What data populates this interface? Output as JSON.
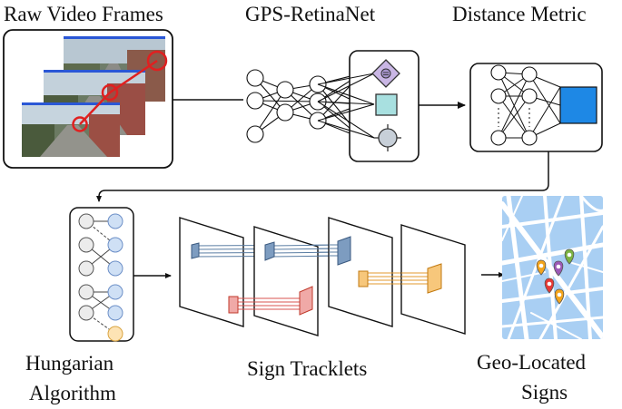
{
  "labels": {
    "raw_video_frames": "Raw Video Frames",
    "gps_retinanet": "GPS-RetinaNet",
    "distance_metric": "Distance Metric",
    "hungarian_line1": "Hungarian",
    "hungarian_line2": "Algorithm",
    "sign_tracklets": "Sign Tracklets",
    "geo_located_line1": "Geo-Located",
    "geo_located_line2": "Signs"
  },
  "colors": {
    "stroke": "#111111",
    "hungarian_node_blue": "#cfe0f5",
    "hungarian_node_blue_stroke": "#6c8fc7",
    "hungarian_node_grey": "#ececec",
    "hungarian_node_orange": "#fde3b4",
    "distance_block": "#1e88e5",
    "class_diamond": "#c9b6e4",
    "box_square": "#a8e0e0",
    "anchor_circle": "#c7cfd8",
    "tracklet_blue": "#5a7da3",
    "tracklet_red": "#d9534f",
    "tracklet_orange": "#e39a2d",
    "map_water": "#a9cff3",
    "map_road": "#ffffff",
    "detection_circle": "#e02020",
    "detection_link": "#e02020"
  },
  "map_pins": [
    {
      "color": "#f4a51c"
    },
    {
      "color": "#9b59b6"
    },
    {
      "color": "#7cb342"
    },
    {
      "color": "#e53935"
    },
    {
      "color": "#f4a51c"
    }
  ]
}
